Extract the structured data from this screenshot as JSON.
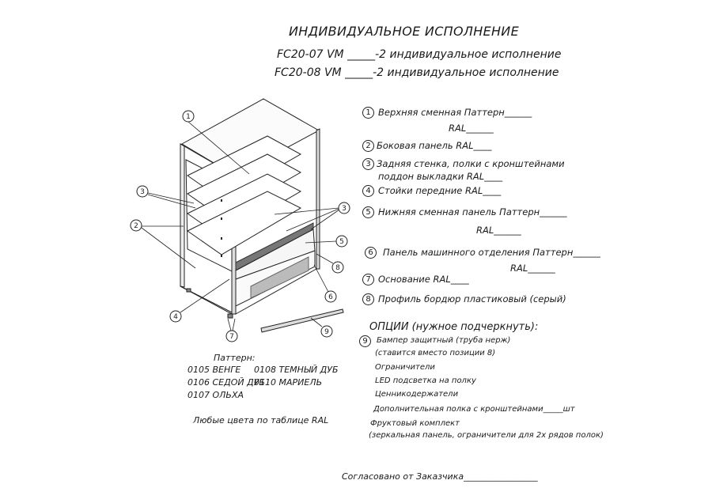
{
  "header": {
    "title": "ИНДИВИДУАЛЬНОЕ ИСПОЛНЕНИЕ",
    "lines": [
      "FC20-07 VM _____-2 индивидуальное исполнение",
      "FC20-08 VM _____-2 индивидуальное исполнение"
    ]
  },
  "parts": [
    {
      "num": "1",
      "text": "Верхняя сменная Паттерн______",
      "extra": "RAL______"
    },
    {
      "num": "2",
      "text": "Боковая панель RAL____"
    },
    {
      "num": "3",
      "text": "Задняя стенка, полки с кронштейнами",
      "extra": "поддон выкладки RAL____"
    },
    {
      "num": "4",
      "text": "Стойки передние RAL____"
    },
    {
      "num": "5",
      "text": "Нижняя сменная панель Паттерн______",
      "extra": "RAL______"
    },
    {
      "num": "6",
      "text": "Панель машинного отделения Паттерн______",
      "extra": "RAL______"
    },
    {
      "num": "7",
      "text": "Основание RAL____"
    },
    {
      "num": "8",
      "text": "Профиль бордюр пластиковый (серый)"
    }
  ],
  "options": {
    "heading": "ОПЦИИ (нужное подчеркнуть):",
    "num": "9",
    "items": [
      "Бампер защитный (труба нерж)",
      "(ставится вместо позиции 8)",
      "Ограничители",
      "LED подсветка на полку",
      "Ценникодержатели",
      "Дополнительная полка с кронштейнами_____шт",
      "Фруктовый комплект",
      "(зеркальная панель, ограничители для 2х рядов полок)"
    ]
  },
  "patterns": {
    "heading": "Паттерн:",
    "items": [
      "0105 ВЕНГЕ",
      "0108 ТЕМНЫЙ ДУБ",
      "0106 СЕДОЙ ДУБ",
      "0110 МАРИЕЛЬ",
      "0107 ОЛЬХА"
    ],
    "note": "Любые цвета по таблице RAL"
  },
  "footer": {
    "approval": "Согласовано от Заказчика_________________"
  },
  "drawing": {
    "callouts": [
      "1",
      "3",
      "2",
      "4",
      "7",
      "9",
      "6",
      "8",
      "5",
      "3"
    ]
  }
}
